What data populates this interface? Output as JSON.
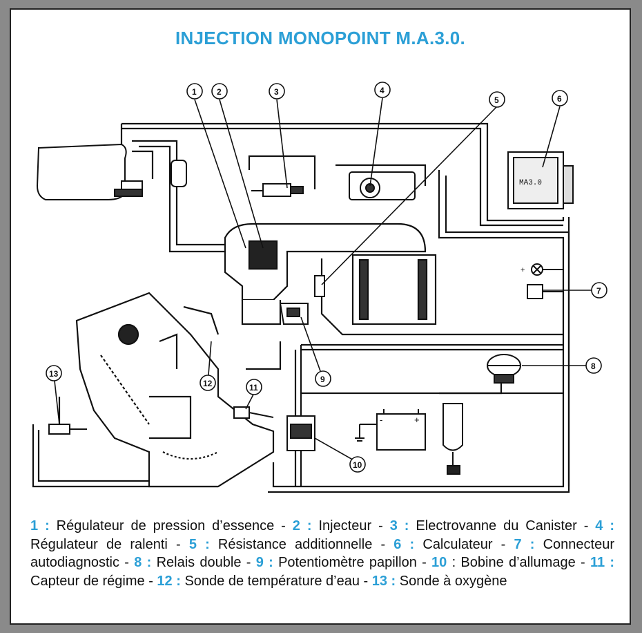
{
  "title": "INJECTION MONOPOINT M.A.3.0.",
  "calculator_label": "MA3.0",
  "battery": {
    "minus": "-",
    "plus": "+"
  },
  "ground_symbol_label": "+",
  "callouts": [
    "1",
    "2",
    "3",
    "4",
    "5",
    "6",
    "7",
    "8",
    "9",
    "10",
    "11",
    "12",
    "13"
  ],
  "legend": [
    {
      "num": "1 :",
      "text": " Régulateur de pression d’essence - "
    },
    {
      "num": "2 :",
      "text": " Injecteur - "
    },
    {
      "num": "3 :",
      "text": " Electrovanne du Canister - "
    },
    {
      "num": "4 :",
      "text": " Régulateur de ralenti - "
    },
    {
      "num": "5 :",
      "text": " Résistance additionnelle - "
    },
    {
      "num": "6 :",
      "text": " Calculateur - "
    },
    {
      "num": "7 :",
      "text": " Connecteur autodiagnostic - "
    },
    {
      "num": "8 :",
      "text": " Relais double - "
    },
    {
      "num": "9 :",
      "text": " Potentiomètre papillon - "
    },
    {
      "num": "10",
      "text": " : Bobine d’allumage - "
    },
    {
      "num": "11 :",
      "text": " Capteur de régime - "
    },
    {
      "num": "12 :",
      "text": " Sonde de température d’eau - "
    },
    {
      "num": "13 :",
      "text": " Sonde à oxygène"
    }
  ],
  "colors": {
    "accent": "#2b9fd6",
    "ink": "#111111"
  }
}
